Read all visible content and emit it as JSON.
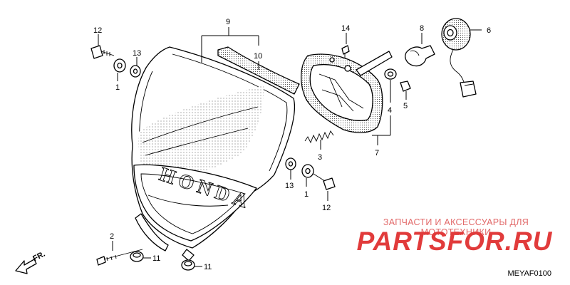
{
  "callouts": {
    "c1a": "1",
    "c1b": "1",
    "c2": "2",
    "c3": "3",
    "c4": "4",
    "c5": "5",
    "c6": "6",
    "c7": "7",
    "c8": "8",
    "c9": "9",
    "c10": "10",
    "c11a": "11",
    "c11b": "11",
    "c12a": "12",
    "c12b": "12",
    "c13a": "13",
    "c13b": "13",
    "c14": "14"
  },
  "direction_label": "FR.",
  "diagram_code": "MEYAF0100",
  "watermark": {
    "tagline": "ЗАПЧАСТИ И АКСЕССУАРЫ ДЛЯ МОТОТЕХНИКИ",
    "brand": "PARTSFOR.RU"
  },
  "logo_text": "HONDA",
  "colors": {
    "line": "#000000",
    "watermark": "#e13b3b",
    "background": "#ffffff"
  }
}
